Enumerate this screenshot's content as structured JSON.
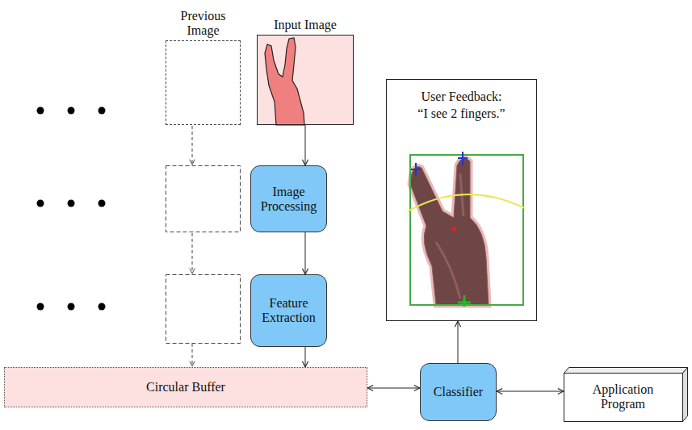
{
  "diagram": {
    "nodes": [
      {
        "text": [
          "Previous Image"
        ]
      },
      {
        "text": [
          "Input Image"
        ]
      },
      {
        "text": [
          "Image Processing"
        ]
      },
      {
        "text": [
          "Feature Extraction"
        ]
      },
      {
        "text": [
          "User Feedback:",
          "“I see 2 fingers.”"
        ]
      },
      {
        "text": [
          "Circular Buffer"
        ]
      },
      {
        "text": [
          "Classifier"
        ]
      },
      {
        "text": [
          "Application Program"
        ]
      }
    ],
    "edges": [
      {
        "from": 1,
        "to": 2,
        "arrow": "to"
      },
      {
        "from": 2,
        "to": 3,
        "arrow": "to"
      },
      {
        "from": 3,
        "to": 5,
        "arrow": "to"
      },
      {
        "from": 5,
        "to": 6,
        "arrow": "both"
      },
      {
        "from": 6,
        "to": 4,
        "arrow": "to"
      },
      {
        "from": 6,
        "to": 7,
        "arrow": "both"
      }
    ]
  }
}
